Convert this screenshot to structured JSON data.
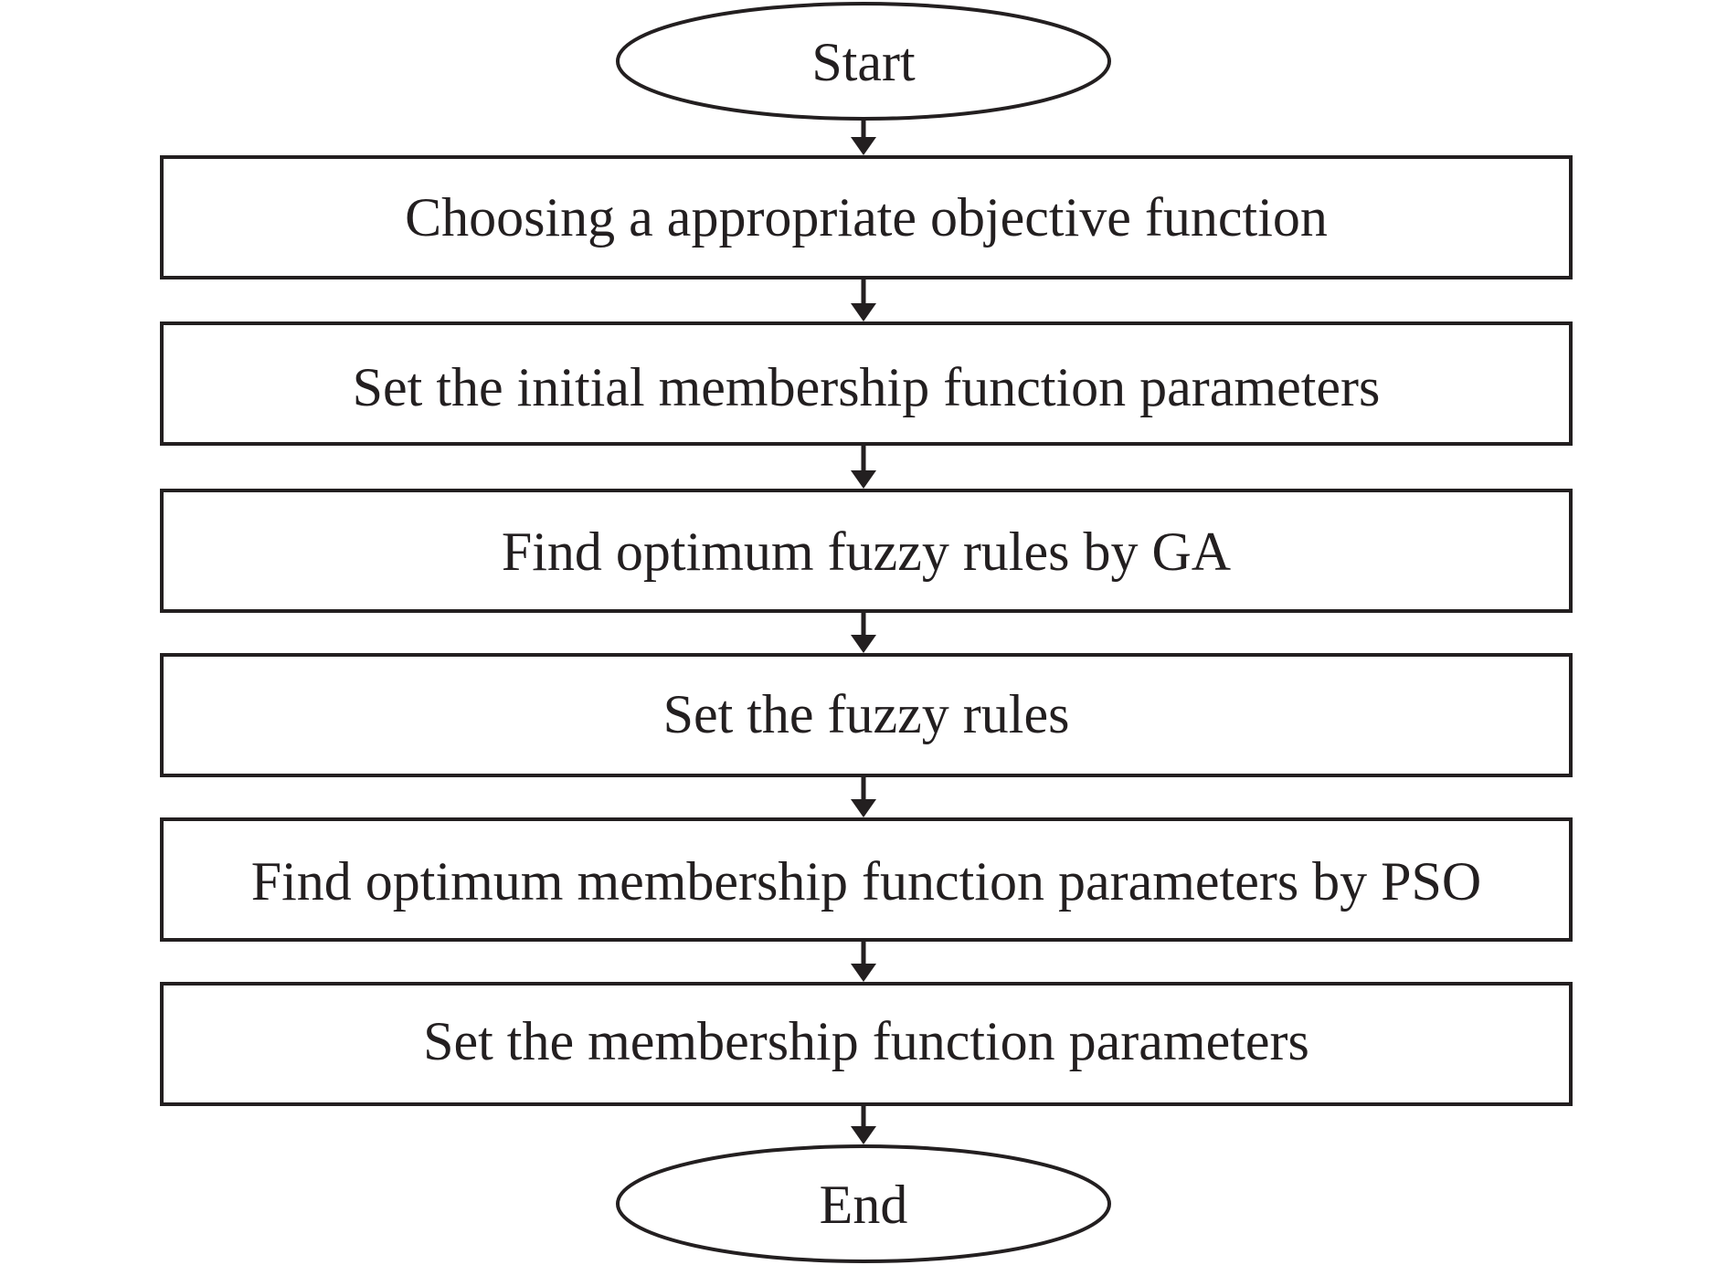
{
  "diagram": {
    "type": "flowchart",
    "direction": "top-to-bottom",
    "colors": {
      "stroke": "#231f20",
      "fill": "#ffffff",
      "text": "#231f20"
    },
    "nodes": [
      {
        "id": "start",
        "shape": "ellipse",
        "label": "Start"
      },
      {
        "id": "step1",
        "shape": "rect",
        "label": "Choosing a appropriate objective function"
      },
      {
        "id": "step2",
        "shape": "rect",
        "label": "Set the initial membership function parameters"
      },
      {
        "id": "step3",
        "shape": "rect",
        "label": "Find optimum fuzzy rules by GA"
      },
      {
        "id": "step4",
        "shape": "rect",
        "label": "Set the fuzzy rules"
      },
      {
        "id": "step5",
        "shape": "rect",
        "label": "Find optimum membership function parameters by PSO"
      },
      {
        "id": "step6",
        "shape": "rect",
        "label": "Set the membership function parameters"
      },
      {
        "id": "end",
        "shape": "ellipse",
        "label": "End"
      }
    ],
    "edges": [
      {
        "from": "start",
        "to": "step1"
      },
      {
        "from": "step1",
        "to": "step2"
      },
      {
        "from": "step2",
        "to": "step3"
      },
      {
        "from": "step3",
        "to": "step4"
      },
      {
        "from": "step4",
        "to": "step5"
      },
      {
        "from": "step5",
        "to": "step6"
      },
      {
        "from": "step6",
        "to": "end"
      }
    ]
  }
}
